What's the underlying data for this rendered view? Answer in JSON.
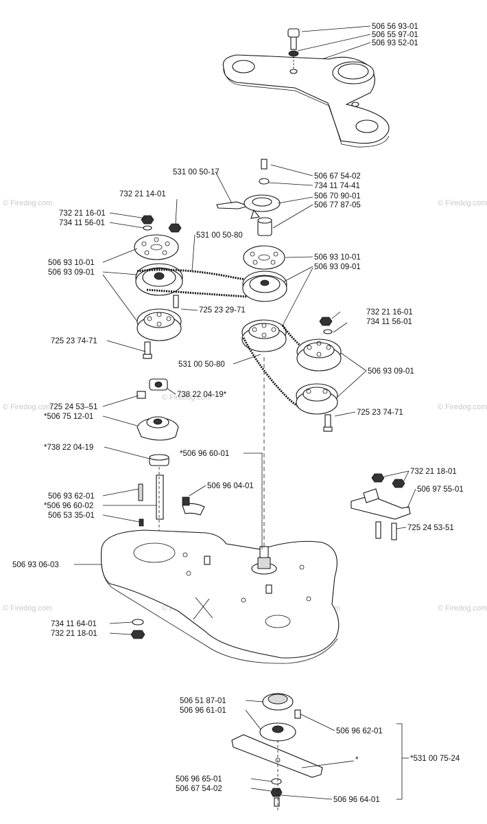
{
  "watermark": "© Firedog.com",
  "labels": {
    "l1": "506 56 93-01",
    "l2": "506 55 97-01",
    "l3": "506 93 52-01",
    "l4": "531 00 50-17",
    "l5": "506 67 54-02",
    "l6": "734 11 74-41",
    "l7": "506 70 90-01",
    "l8": "506 77 87-05",
    "l9": "732 21 14-01",
    "l10": "732 21 16-01",
    "l11": "734 11 56-01",
    "l12": "531 00 50-80",
    "l13": "506 93 10-01",
    "l14": "506 93 09-01",
    "l15": "506 93 10-01",
    "l16": "506 93 09-01",
    "l17": "725 23 29-71",
    "l18": "732 21 16-01",
    "l19": "734 11 56-01",
    "l20": "725 23 74-71",
    "l21": "531 00 50-80",
    "l22": "506 93 09-01",
    "l23": "738 22 04-19*",
    "l24": "725 24 53–51",
    "l25": "*506 75 12-01",
    "l26": "725 23 74-71",
    "l27": "*738 22 04-19",
    "l28": "*506 96 60-01",
    "l29": "732 21 18-01",
    "l30": "506 97 55-01",
    "l31": "506 96 04-01",
    "l32": "506 93 62-01",
    "l33": "*506 96 60-02",
    "l34": "506 53 35-01",
    "l35": "725 24 53-51",
    "l36": "506 93 06-03",
    "l37": "734 11 64-01",
    "l38": "732 21 18-01",
    "l39": "506 51 87-01",
    "l40": "506 96 61-01",
    "l41": "506 96 62-01",
    "l42": "*531 00 75-24",
    "l43": "*",
    "l44": "506 96 65-01",
    "l45": "506 67 54-02",
    "l46": "506 96 64-01"
  }
}
